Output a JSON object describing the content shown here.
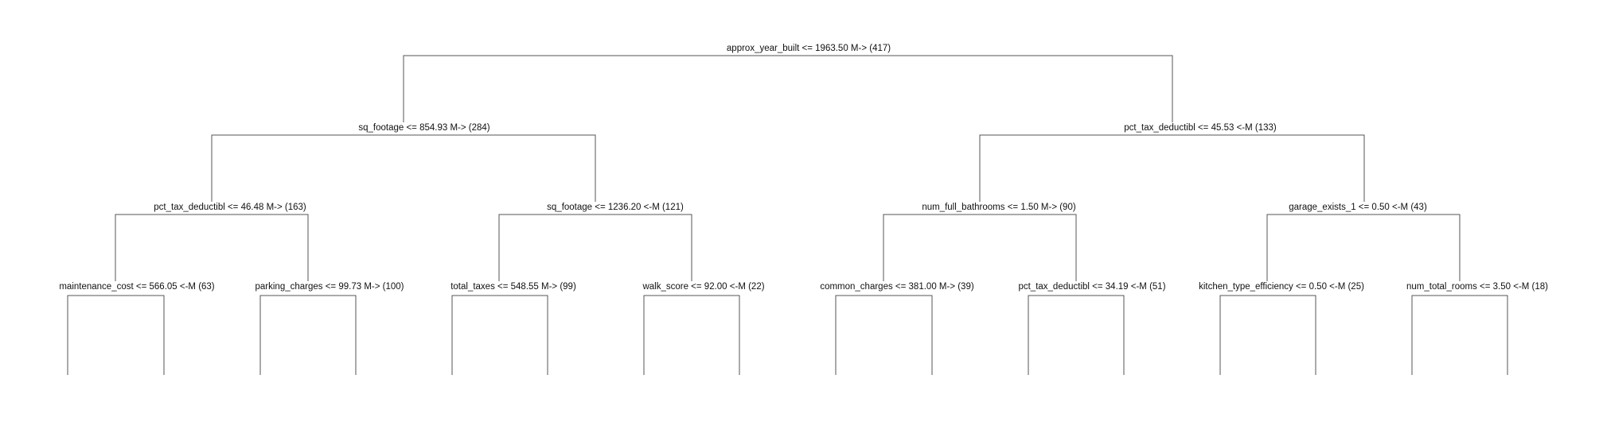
{
  "tree": {
    "root": {
      "label": "approx_year_built <= 1963.50 M-> (417)",
      "left": {
        "label": "sq_footage <= 854.93 M-> (284)",
        "left": {
          "label": "pct_tax_deductibl <= 46.48 M-> (163)",
          "left": {
            "label": "maintenance_cost <= 566.05 <-M (63)"
          },
          "right": {
            "label": "parking_charges <= 99.73 M-> (100)"
          }
        },
        "right": {
          "label": "sq_footage <= 1236.20 <-M (121)",
          "left": {
            "label": "total_taxes <= 548.55 M-> (99)"
          },
          "right": {
            "label": "walk_score <= 92.00 <-M (22)"
          }
        }
      },
      "right": {
        "label": "pct_tax_deductibl <= 45.53 <-M (133)",
        "left": {
          "label": "num_full_bathrooms <= 1.50 M-> (90)",
          "left": {
            "label": "common_charges <= 381.00 M-> (39)"
          },
          "right": {
            "label": "pct_tax_deductibl <= 34.19 <-M (51)"
          }
        },
        "right": {
          "label": "garage_exists_1 <= 0.50 <-M (43)",
          "left": {
            "label": "kitchen_type_efficiency <= 0.50 <-M (25)"
          },
          "right": {
            "label": "num_total_rooms <= 3.50 <-M (18)"
          }
        }
      }
    }
  }
}
